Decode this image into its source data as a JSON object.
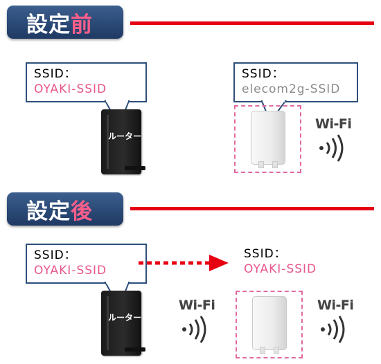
{
  "before": {
    "title_main": "設定",
    "title_accent": "前",
    "router_balloon": {
      "label": "SSID：",
      "value": "OYAKI-SSID"
    },
    "router_label": "ルーター",
    "extender_balloon": {
      "label": "SSID：",
      "value": "elecom2g-SSID"
    },
    "wifi_label": "Wi-Fi"
  },
  "after": {
    "title_main": "設定",
    "title_accent": "後",
    "router_balloon": {
      "label": "SSID：",
      "value": "OYAKI-SSID"
    },
    "router_label": "ルーター",
    "extender_ssid": {
      "label": "SSID：",
      "value": "OYAKI-SSID"
    },
    "wifi_label_router": "Wi-Fi",
    "wifi_label_extender": "Wi-Fi"
  },
  "colors": {
    "banner": "#2c4b78",
    "accent_pink": "#e8568d",
    "red_line": "#e60012",
    "balloon_border": "#2e4f7a",
    "gray_text": "#8a8a8a"
  }
}
